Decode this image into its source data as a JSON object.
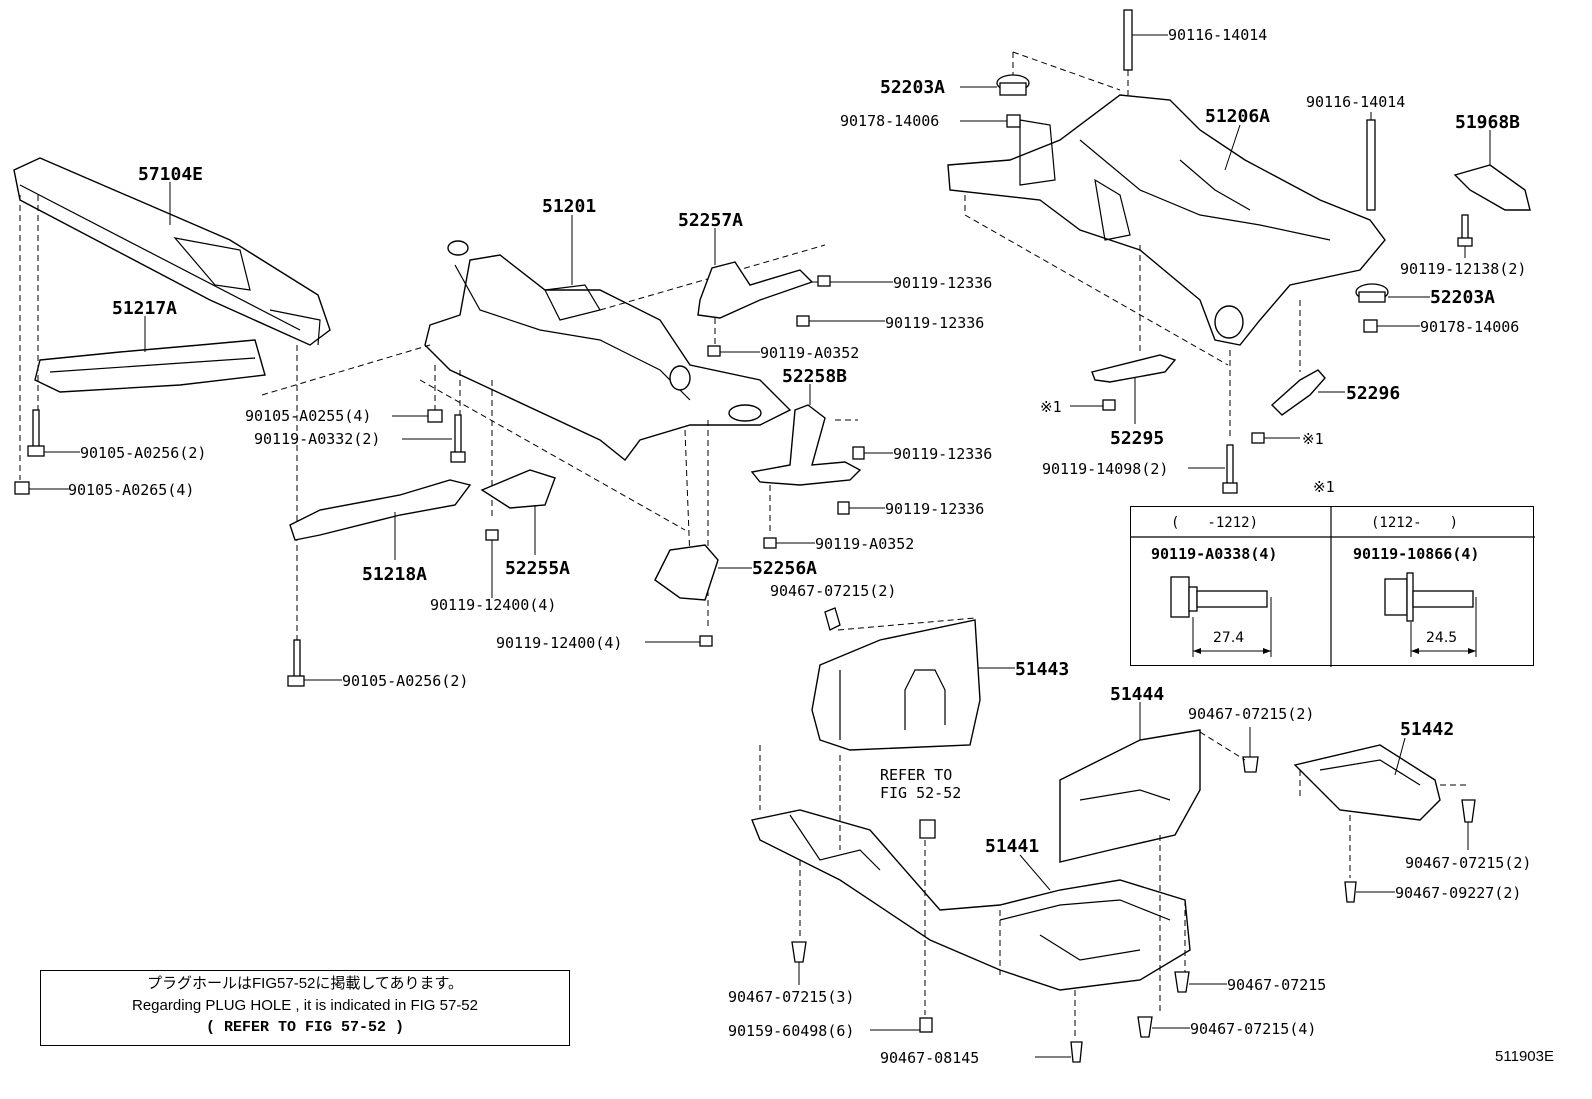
{
  "parts": {
    "p57104E": "57104E",
    "p51201": "51201",
    "p52257A": "52257A",
    "p51217A": "51217A",
    "p52258B": "52258B",
    "p51218A": "51218A",
    "p52255A": "52255A",
    "p52256A": "52256A",
    "p52203A_top": "52203A",
    "p51206A": "51206A",
    "p51968B": "51968B",
    "p52203A_bot": "52203A",
    "p52295": "52295",
    "p52296": "52296",
    "p51443": "51443",
    "p51444": "51444",
    "p51442": "51442",
    "p51441": "51441"
  },
  "fasteners": {
    "f90116_14014_a": "90116-14014",
    "f90178_14006_a": "90178-14006",
    "f90116_14014_b": "90116-14014",
    "f90119_12138": "90119-12138(2)",
    "f90178_14006_b": "90178-14006",
    "f90119_12336_a": "90119-12336",
    "f90119_12336_b": "90119-12336",
    "f90119_A0352_a": "90119-A0352",
    "f90105_A0255": "90105-A0255(4)",
    "f90119_A0332": "90119-A0332(2)",
    "f90105_A0256_a": "90105-A0256(2)",
    "f90105_A0265": "90105-A0265(4)",
    "f90119_12336_c": "90119-12336",
    "f90119_12336_d": "90119-12336",
    "f90119_A0352_b": "90119-A0352",
    "f90119_12400_a": "90119-12400(4)",
    "f90467_07215_a": "90467-07215(2)",
    "f90119_12400_b": "90119-12400(4)",
    "f90105_A0256_b": "90105-A0256(2)",
    "f90119_14098": "90119-14098(2)",
    "f90467_07215_b": "90467-07215(2)",
    "f90467_07215_c": "90467-07215(2)",
    "f90467_09227": "90467-09227(2)",
    "f90467_07215_d": "90467-07215",
    "f90467_07215_e": "90467-07215(3)",
    "f90467_07215_f": "90467-07215(4)",
    "f90159_60498": "90159-60498(6)",
    "f90467_08145": "90467-08145"
  },
  "marks": {
    "mark1_left": "※1",
    "mark1_right": "※1",
    "mark1_inset": "※1"
  },
  "refer": {
    "line1": "REFER TO",
    "line2": "FIG 52-52"
  },
  "inset": {
    "col1_header": "(　　-1212)",
    "col2_header": "(1212-　　)",
    "col1_part": "90119-A0338(4)",
    "col2_part": "90119-10866(4)",
    "col1_dim": "27.4",
    "col2_dim": "24.5"
  },
  "note": {
    "jp": "プラグホールはFIG57-52に掲載してあります。",
    "en": "Regarding PLUG HOLE , it is indicated in FIG 57-52",
    "ref": "( REFER TO FIG 57-52 )"
  },
  "figure_code": "511903E"
}
